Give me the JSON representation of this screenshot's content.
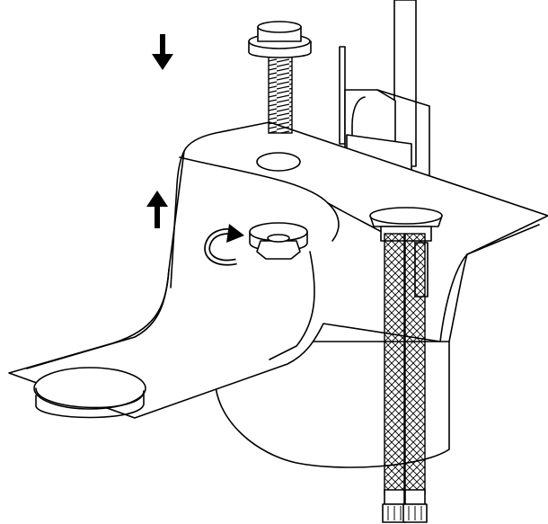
{
  "figure": {
    "type": "installation-diagram",
    "parts": [
      "mounting-stud",
      "faucet-shank",
      "sink-deck",
      "basin-bowl",
      "mounting-nut",
      "braided-supply-hoses",
      "drain-hole"
    ],
    "arrows": [
      "down-arrow",
      "up-arrow",
      "tighten-rotation-arrow"
    ],
    "colors": {
      "line": "#000000",
      "fill": "#ffffff",
      "mesh": "#000000"
    }
  }
}
